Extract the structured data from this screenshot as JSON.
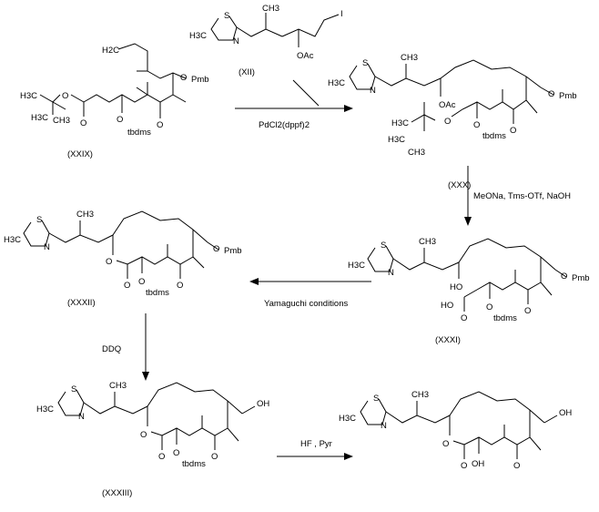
{
  "diagram": {
    "title": "Synthesis of epothilone intermediate",
    "compounds": {
      "xxix": "(XXIX)",
      "xii": "(XII)",
      "xxx": "(XXX)",
      "xxxi": "(XXXI)",
      "xxxii": "(XXXII)",
      "xxxiii": "(XXXIII)"
    },
    "conditions": {
      "step1": "PdCl2(dppf)2",
      "step2": "MeONa, Tms-OTf, NaOH",
      "step3": "Yamaguchi conditions",
      "step4": "DDQ",
      "step5": "HF , Pyr"
    },
    "atoms": {
      "h2c": "H2C",
      "i": "I",
      "s": "S",
      "n": "N",
      "h3c": "H3C",
      "ch3": "CH3",
      "o": "O",
      "oac": "OAc",
      "opmb": "O",
      "pmb": "Pmb",
      "tbdms": "tbdms",
      "ho": "HO",
      "oh": "OH"
    }
  }
}
